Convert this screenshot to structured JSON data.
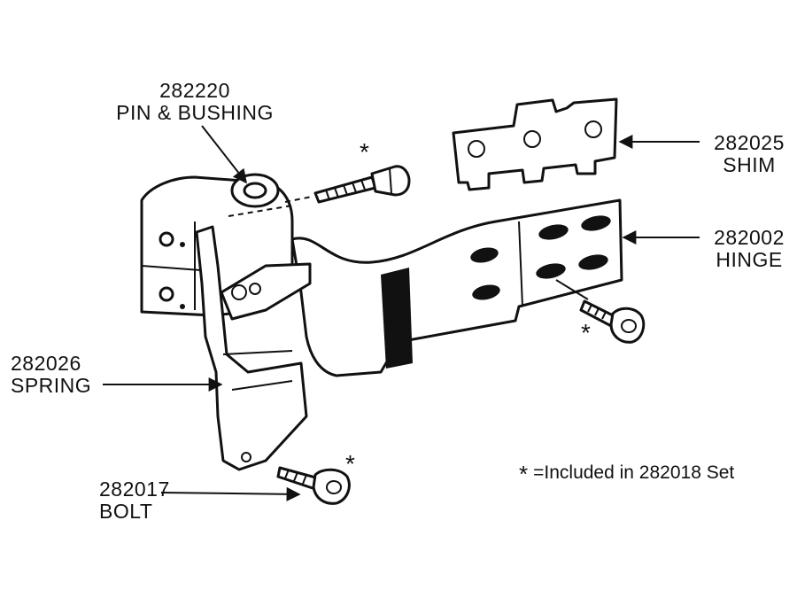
{
  "callouts": {
    "pin_bushing": {
      "part_number": "282220",
      "name": "PIN & BUSHING"
    },
    "shim": {
      "part_number": "282025",
      "name": "SHIM"
    },
    "hinge": {
      "part_number": "282002",
      "name": "HINGE"
    },
    "spring": {
      "part_number": "282026",
      "name": "SPRING"
    },
    "bolt": {
      "part_number": "282017",
      "name": "BOLT"
    }
  },
  "set_note": {
    "symbol": "*",
    "text": "=Included in 282018 Set"
  },
  "included_marks": [
    "*",
    "*",
    "*"
  ]
}
